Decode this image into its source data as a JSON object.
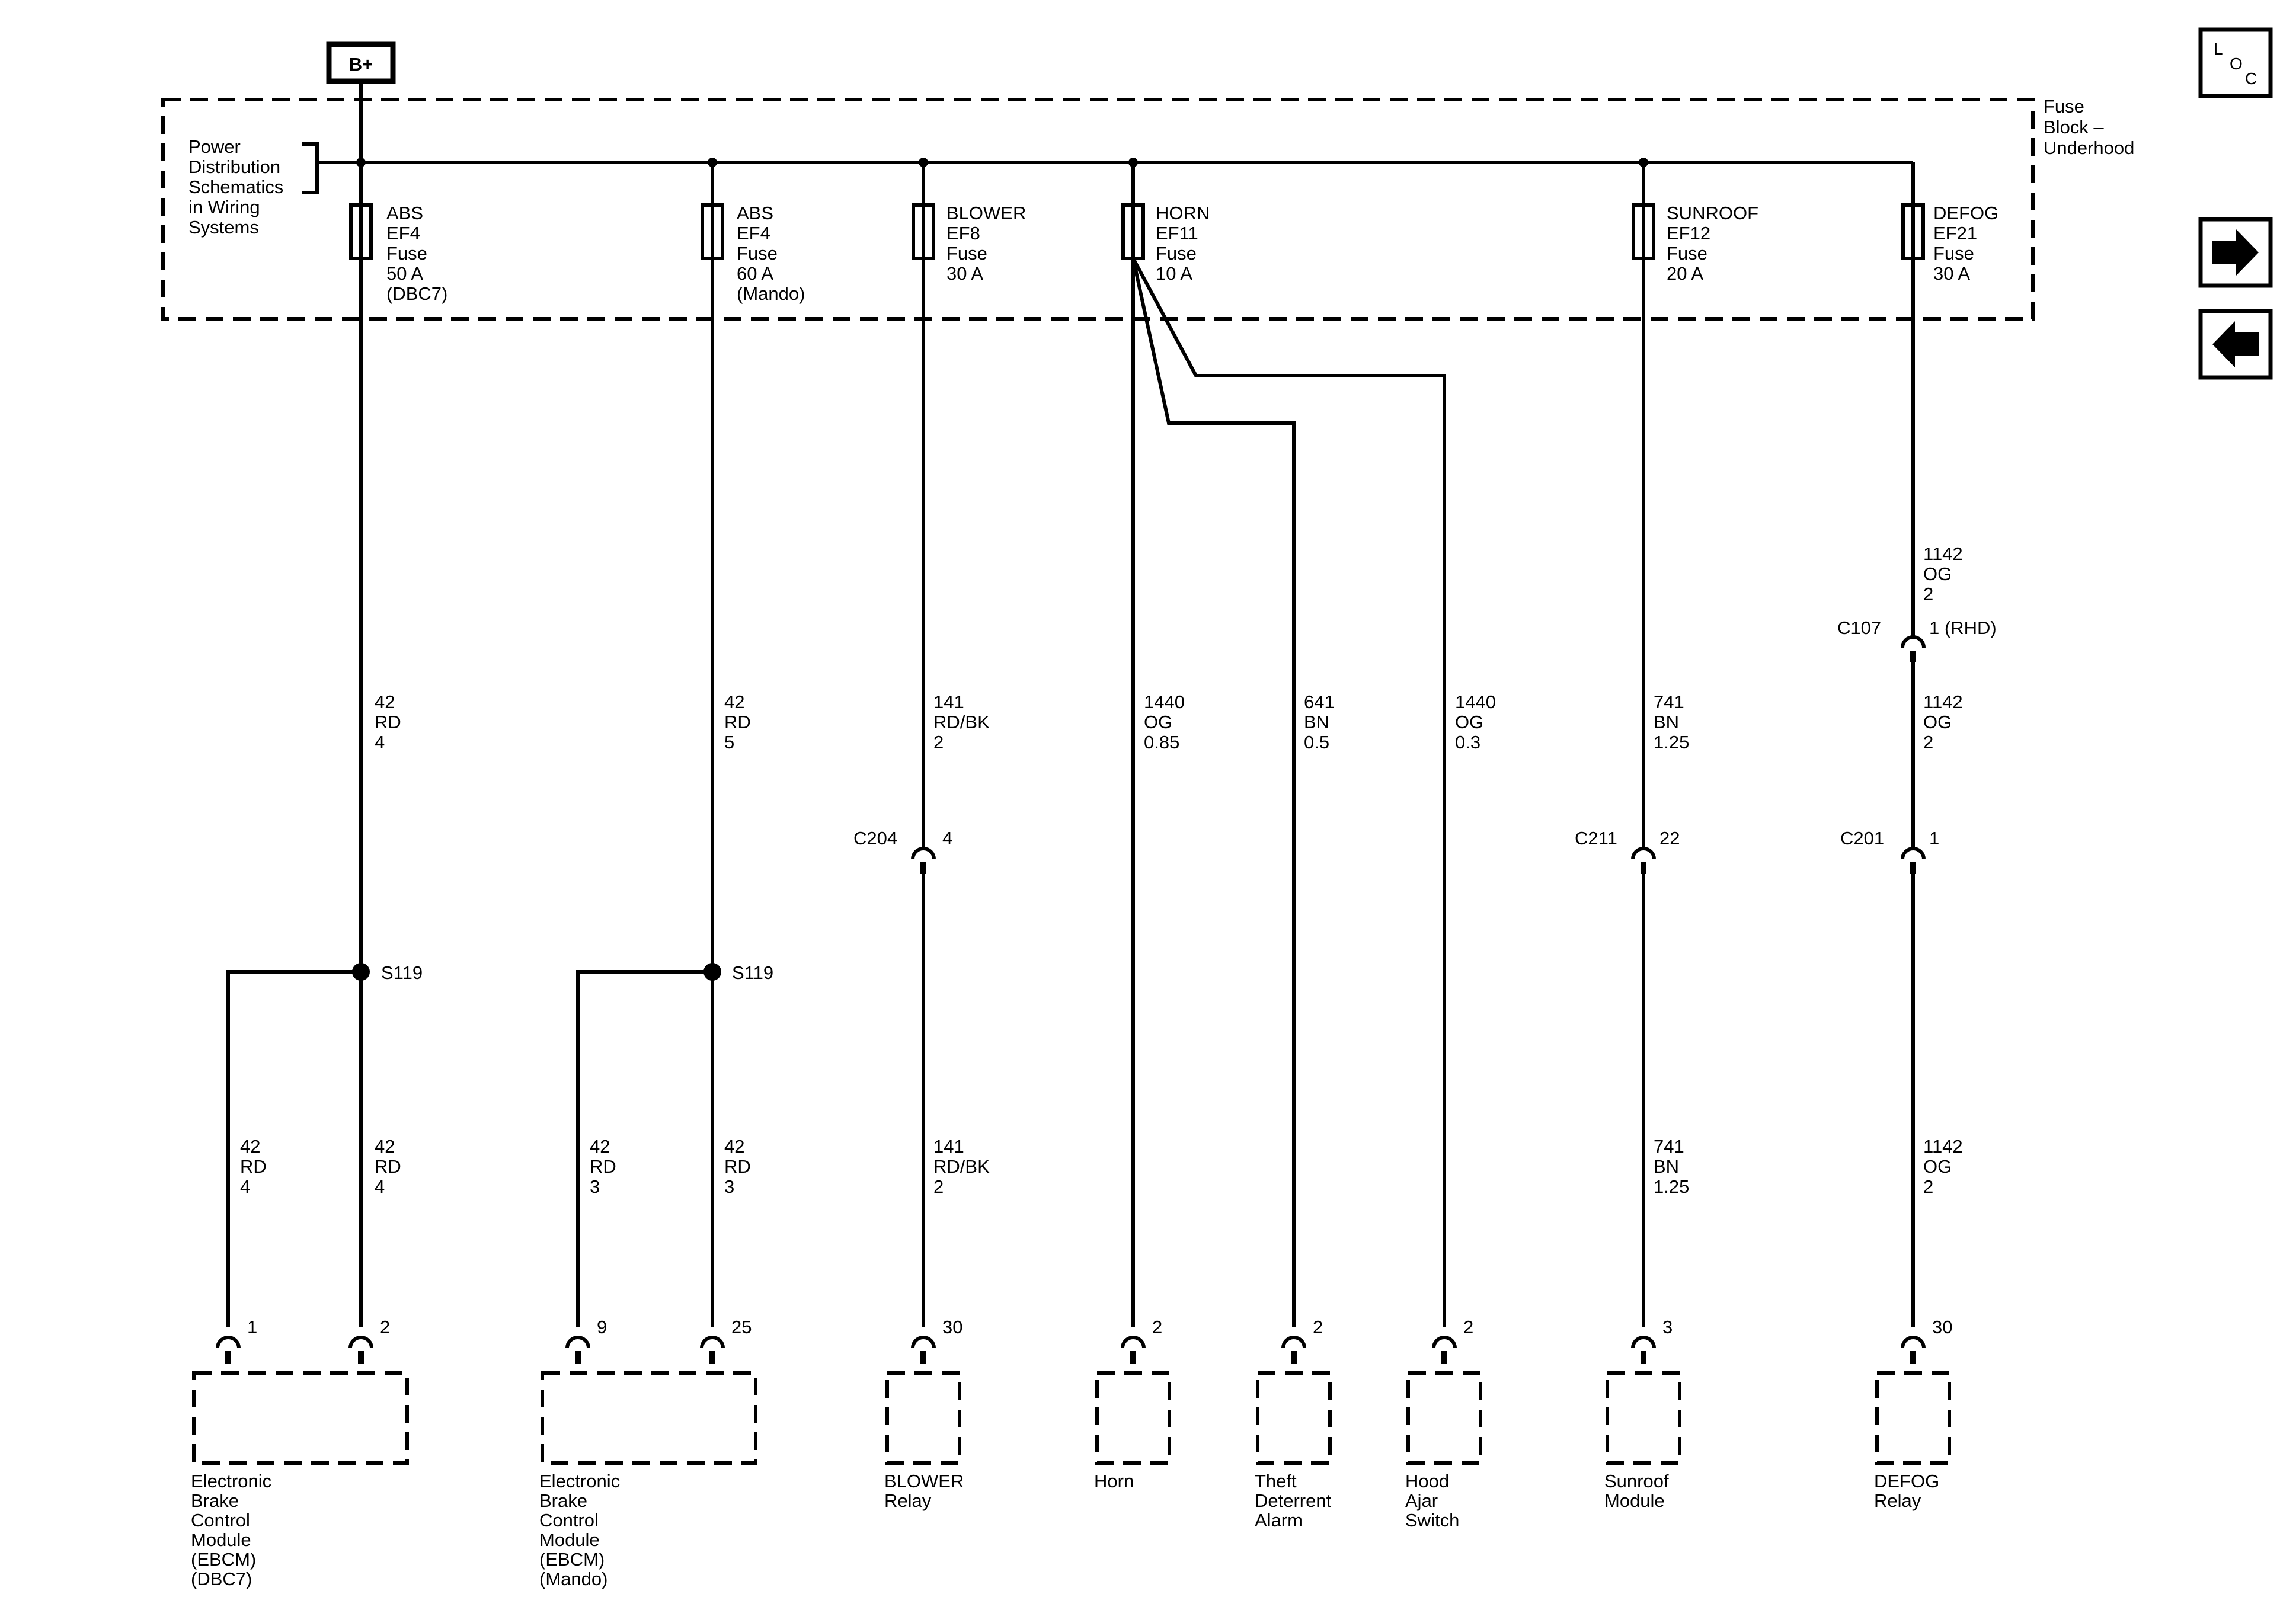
{
  "supply": {
    "label": "B+"
  },
  "fuse_block": {
    "name": [
      "Fuse",
      "Block –",
      "Underhood"
    ],
    "reference": [
      "Power",
      "Distribution",
      "Schematics",
      "in Wiring",
      "Systems"
    ]
  },
  "nav": {
    "loc_label": [
      "L",
      "O",
      "C"
    ],
    "next_icon": "arrow-right-icon",
    "prev_icon": "arrow-left-icon"
  },
  "fuses": [
    {
      "id": "abs-dbc7",
      "lines": [
        "ABS",
        "EF4",
        "Fuse",
        "50 A",
        "(DBC7)"
      ]
    },
    {
      "id": "abs-mando",
      "lines": [
        "ABS",
        "EF4",
        "Fuse",
        "60 A",
        "(Mando)"
      ]
    },
    {
      "id": "blower",
      "lines": [
        "BLOWER",
        "EF8",
        "Fuse",
        "30 A"
      ]
    },
    {
      "id": "horn",
      "lines": [
        "HORN",
        "EF11",
        "Fuse",
        "10 A"
      ]
    },
    {
      "id": "sunroof",
      "lines": [
        "SUNROOF",
        "EF12",
        "Fuse",
        "20 A"
      ]
    },
    {
      "id": "defog",
      "lines": [
        "DEFOG",
        "EF21",
        "Fuse",
        "30 A"
      ]
    }
  ],
  "wires": [
    {
      "id": "abs-dbc7-main",
      "lines": [
        "42",
        "RD",
        "4"
      ]
    },
    {
      "id": "abs-mando-main",
      "lines": [
        "42",
        "RD",
        "5"
      ]
    },
    {
      "id": "blower-upper",
      "lines": [
        "141",
        "RD/BK",
        "2"
      ]
    },
    {
      "id": "horn",
      "lines": [
        "1440",
        "OG",
        "0.85"
      ]
    },
    {
      "id": "theft",
      "lines": [
        "641",
        "BN",
        "0.5"
      ]
    },
    {
      "id": "hood",
      "lines": [
        "1440",
        "OG",
        "0.3"
      ]
    },
    {
      "id": "sunroof-upper",
      "lines": [
        "741",
        "BN",
        "1.25"
      ]
    },
    {
      "id": "defog-top",
      "lines": [
        "1142",
        "OG",
        "2"
      ]
    },
    {
      "id": "defog-mid",
      "lines": [
        "1142",
        "OG",
        "2"
      ]
    },
    {
      "id": "ebcm-dbc7-a",
      "lines": [
        "42",
        "RD",
        "4"
      ]
    },
    {
      "id": "ebcm-dbc7-b",
      "lines": [
        "42",
        "RD",
        "4"
      ]
    },
    {
      "id": "ebcm-mando-a",
      "lines": [
        "42",
        "RD",
        "3"
      ]
    },
    {
      "id": "ebcm-mando-b",
      "lines": [
        "42",
        "RD",
        "3"
      ]
    },
    {
      "id": "blower-lower",
      "lines": [
        "141",
        "RD/BK",
        "2"
      ]
    },
    {
      "id": "sunroof-lower",
      "lines": [
        "741",
        "BN",
        "1.25"
      ]
    },
    {
      "id": "defog-lower",
      "lines": [
        "1142",
        "OG",
        "2"
      ]
    }
  ],
  "splices": [
    {
      "id": "s119-dbc7",
      "label": "S119"
    },
    {
      "id": "s119-mando",
      "label": "S119"
    }
  ],
  "connectors": [
    {
      "id": "c107",
      "name": "C107",
      "pin": "1 (RHD)"
    },
    {
      "id": "c204",
      "name": "C204",
      "pin": "4"
    },
    {
      "id": "c211",
      "name": "C211",
      "pin": "22"
    },
    {
      "id": "c201",
      "name": "C201",
      "pin": "1"
    }
  ],
  "pins": [
    "1",
    "2",
    "9",
    "25",
    "30",
    "2",
    "2",
    "2",
    "3",
    "30"
  ],
  "components": [
    {
      "id": "ebcm-dbc7",
      "lines": [
        "Electronic",
        "Brake",
        "Control",
        "Module",
        "(EBCM)",
        "(DBC7)"
      ]
    },
    {
      "id": "ebcm-mando",
      "lines": [
        "Electronic",
        "Brake",
        "Control",
        "Module",
        "(EBCM)",
        "(Mando)"
      ]
    },
    {
      "id": "blower-relay",
      "lines": [
        "BLOWER",
        "Relay"
      ]
    },
    {
      "id": "horn",
      "lines": [
        "Horn"
      ]
    },
    {
      "id": "theft-alarm",
      "lines": [
        "Theft",
        "Deterrent",
        "Alarm"
      ]
    },
    {
      "id": "hood-switch",
      "lines": [
        "Hood",
        "Ajar",
        "Switch"
      ]
    },
    {
      "id": "sunroof-module",
      "lines": [
        "Sunroof",
        "Module"
      ]
    },
    {
      "id": "defog-relay",
      "lines": [
        "DEFOG",
        "Relay"
      ]
    }
  ]
}
